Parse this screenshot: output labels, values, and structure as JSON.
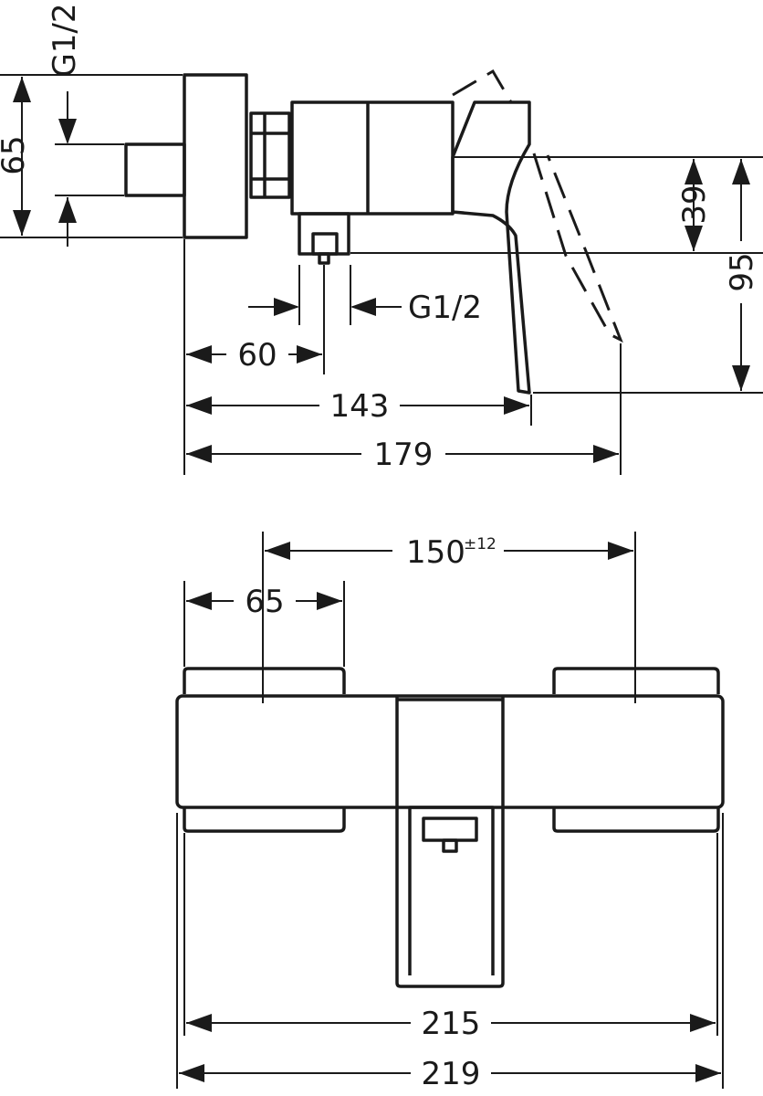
{
  "side_view": {
    "height_65": "65",
    "thread_top": "G1/2",
    "height_39": "39",
    "height_95": "95",
    "thread_bottom": "G1/2",
    "depth_60": "60",
    "depth_143": "143",
    "depth_179": "179"
  },
  "front_view": {
    "centers_value": "150",
    "centers_tolerance": "±12",
    "flange_65": "65",
    "width_215": "215",
    "width_219": "219"
  }
}
